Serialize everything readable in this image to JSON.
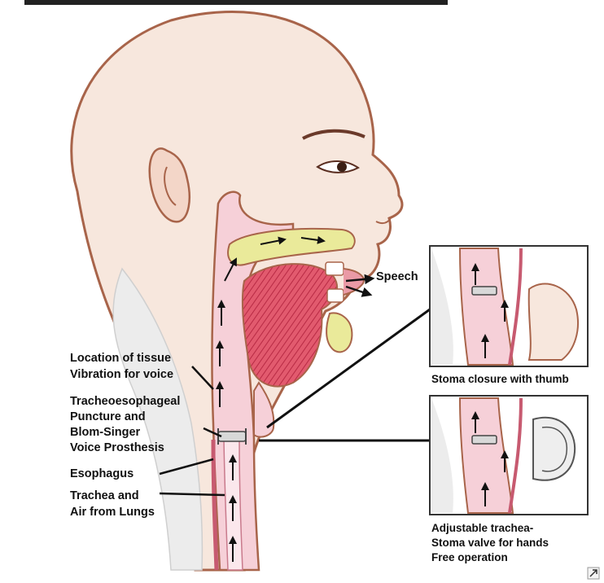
{
  "labels": {
    "speech": "Speech",
    "tissue_vibration": [
      "Location of tissue",
      "Vibration for voice"
    ],
    "puncture": [
      "Tracheoesophageal",
      "Puncture and",
      "Blom-Singer",
      "Voice Prosthesis"
    ],
    "esophagus": "Esophagus",
    "trachea": [
      "Trachea and",
      "Air from Lungs"
    ]
  },
  "insets": {
    "thumb_caption": "Stoma closure with thumb",
    "valve_caption": [
      "Adjustable trachea-",
      "Stoma valve for hands",
      "Free operation"
    ]
  },
  "colors": {
    "skin_outline": "#a8644a",
    "skin_fill": "#f7e7dd",
    "tissue_pink": "#e9a6b4",
    "muscle_red": "#d9435a",
    "bone_yellow": "#eaea9a",
    "prosthesis_gray": "#d8d8d8"
  },
  "icons": [
    "speech-arrow-icon",
    "airflow-arrow-icon",
    "corner-expand-icon"
  ]
}
